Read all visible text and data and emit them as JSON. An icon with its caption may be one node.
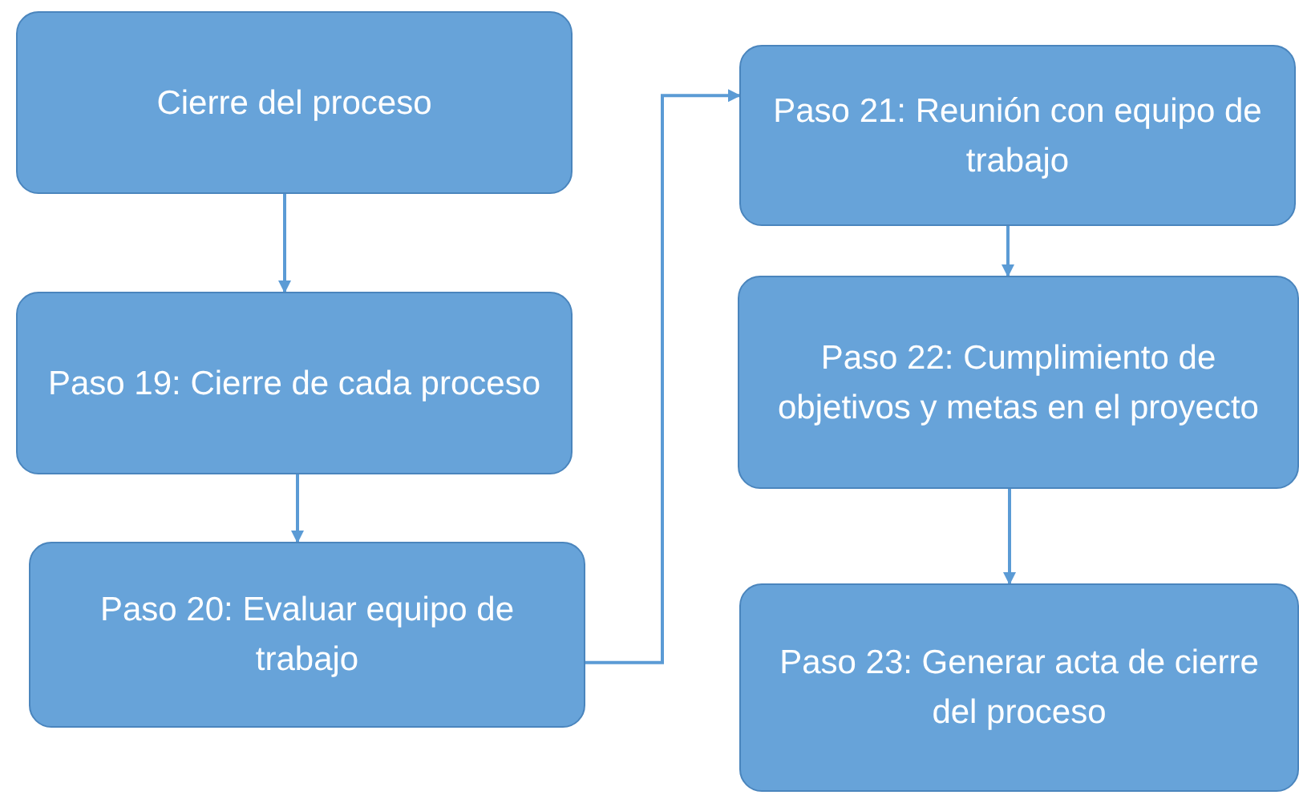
{
  "diagram": {
    "nodes": [
      {
        "text": [
          "Cierre del proceso"
        ]
      },
      {
        "text": [
          "Paso 19: Cierre de cada proceso"
        ]
      },
      {
        "text": [
          "Paso 20: Evaluar equipo de trabajo"
        ]
      },
      {
        "text": [
          "Paso 21: Reunión con equipo de trabajo"
        ]
      },
      {
        "text": [
          "Paso 22: Cumplimiento de objetivos y metas en el proyecto"
        ]
      },
      {
        "text": [
          "Paso 23: Generar acta de cierre del proceso"
        ]
      }
    ],
    "edges": [
      {
        "from": 0,
        "to": 1,
        "arrow": "to"
      },
      {
        "from": 1,
        "to": 2,
        "arrow": "to"
      },
      {
        "from": 2,
        "to": 3,
        "arrow": "to"
      },
      {
        "from": 3,
        "to": 4,
        "arrow": "to"
      },
      {
        "from": 4,
        "to": 5,
        "arrow": "to"
      }
    ]
  }
}
